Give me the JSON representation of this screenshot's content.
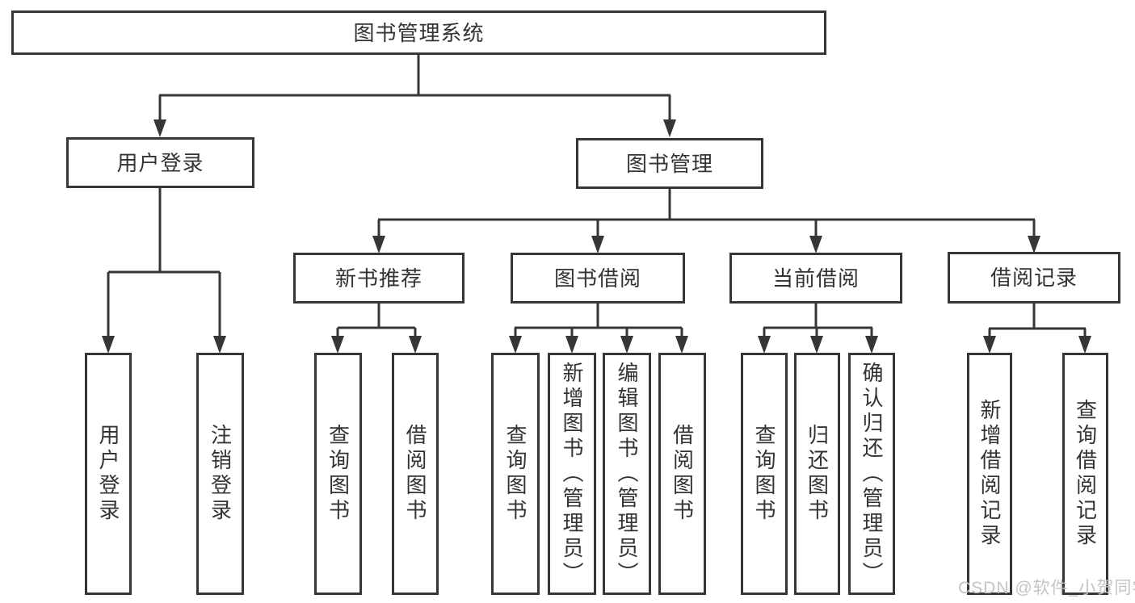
{
  "tree": {
    "root": "图书管理系统",
    "branches": {
      "user": {
        "label": "用户登录",
        "children": [
          "用户登录",
          "注销登录"
        ]
      },
      "book": {
        "label": "图书管理",
        "sections": [
          {
            "label": "新书推荐",
            "children": [
              "查询图书",
              "借阅图书"
            ]
          },
          {
            "label": "图书借阅",
            "children": [
              "查询图书",
              "新增图书（管理员）",
              "编辑图书（管理员）",
              "借阅图书"
            ]
          },
          {
            "label": "当前借阅",
            "children": [
              "查询图书",
              "归还图书",
              "确认归还（管理员）"
            ]
          },
          {
            "label": "借阅记录",
            "children": [
              "新增借阅记录",
              "查询借阅记录"
            ]
          }
        ]
      }
    }
  },
  "watermark": "CSDN @软件_小贺同学",
  "colors": {
    "line": "#363636",
    "text": "#333333",
    "watermark": "#c4c4c4",
    "background": "#ffffff"
  }
}
